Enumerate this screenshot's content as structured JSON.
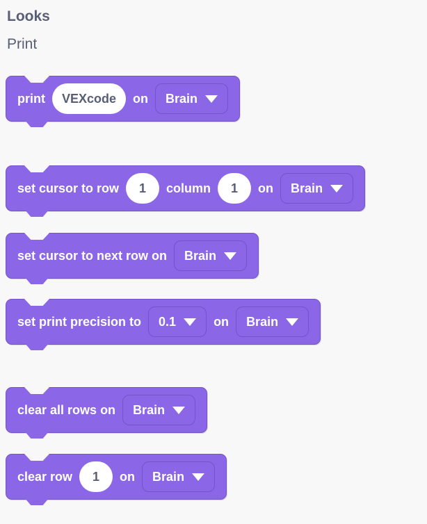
{
  "page": {
    "category_title": "Looks",
    "section_title": "Print"
  },
  "colors": {
    "background": "#f8f8f8",
    "block_fill": "#8b66e6",
    "block_border": "#7753c8",
    "block_text": "#ffffff",
    "heading_text": "#575e75",
    "input_fill": "#ffffff",
    "input_text": "#575e75"
  },
  "icons": {
    "dropdown_caret": "triangle-down"
  },
  "blocks": [
    {
      "name": "print",
      "label_1": "print",
      "value_input": "VEXcode",
      "label_2": "on",
      "device_dropdown": "Brain"
    },
    {
      "name": "set-cursor-to-row-column",
      "label_1": "set cursor to row",
      "row_input": "1",
      "label_2": "column",
      "column_input": "1",
      "label_3": "on",
      "device_dropdown": "Brain"
    },
    {
      "name": "set-cursor-to-next-row",
      "label_1": "set cursor to next row on",
      "device_dropdown": "Brain"
    },
    {
      "name": "set-print-precision",
      "label_1": "set print precision to",
      "precision_dropdown": "0.1",
      "label_2": "on",
      "device_dropdown": "Brain"
    },
    {
      "name": "clear-all-rows",
      "label_1": "clear all rows on",
      "device_dropdown": "Brain"
    },
    {
      "name": "clear-row",
      "label_1": "clear row",
      "row_input": "1",
      "label_2": "on",
      "device_dropdown": "Brain"
    }
  ]
}
